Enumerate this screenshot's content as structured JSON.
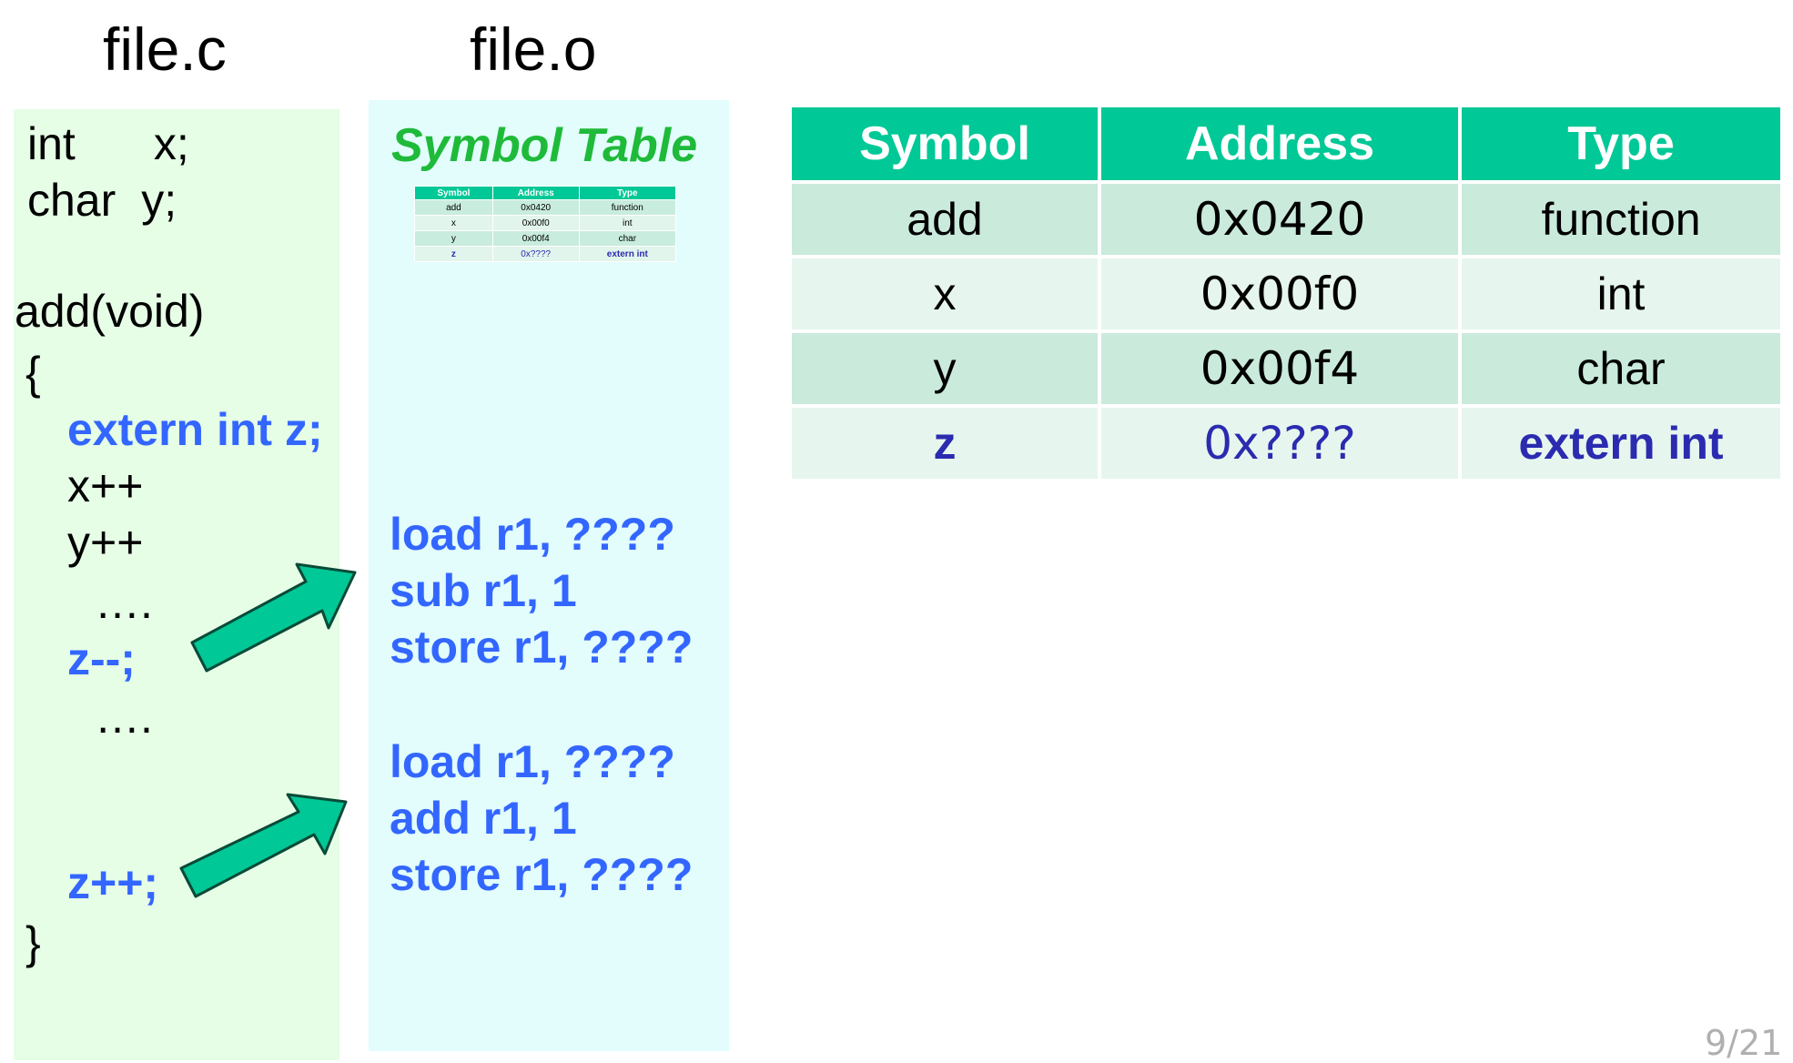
{
  "titles": {
    "source_file": "file.c",
    "object_file": "file.o"
  },
  "source_code": {
    "decl_x_type": "int",
    "decl_x_name": "x;",
    "decl_y_type": "char",
    "decl_y_name": "y;",
    "func_sig": "add(void)",
    "open_brace": "{",
    "extern_line": "extern int z;",
    "x_inc": "x++",
    "y_inc": "y++",
    "ellipsis_1": "….",
    "z_dec": "z--;",
    "ellipsis_2": "….",
    "z_inc": "z++;",
    "close_brace": "}"
  },
  "object_file": {
    "symtab_heading": "Symbol Table",
    "asm_block_1": [
      "load r1, ????",
      "sub r1, 1",
      "store r1, ????"
    ],
    "asm_block_2": [
      "load r1, ????",
      "add r1, 1",
      "store r1, ????"
    ]
  },
  "symbol_table": {
    "headers": [
      "Symbol",
      "Address",
      "Type"
    ],
    "rows": [
      {
        "symbol": "add",
        "address": "0x0420",
        "type": "function"
      },
      {
        "symbol": "x",
        "address": "0x00f0",
        "type": "int"
      },
      {
        "symbol": "y",
        "address": "0x00f4",
        "type": "char"
      },
      {
        "symbol": "z",
        "address": "0x????",
        "type": "extern int"
      }
    ]
  },
  "arrows": [
    "arrow-z-dec-to-asm",
    "arrow-z-inc-to-asm"
  ],
  "colors": {
    "accent_green": "#00c896",
    "code_blue": "#3366ff",
    "heading_green": "#1fba3a"
  },
  "page_number": "9/21"
}
